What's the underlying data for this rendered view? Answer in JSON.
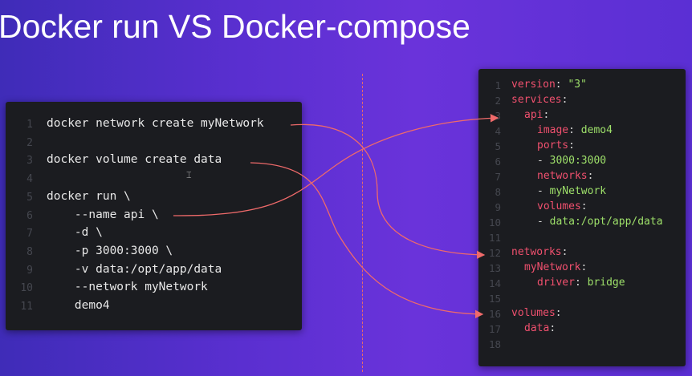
{
  "title": "Docker run VS Docker-compose",
  "left_code": [
    {
      "n": "1",
      "text": "docker network create myNetwork"
    },
    {
      "n": "2",
      "text": ""
    },
    {
      "n": "3",
      "text": "docker volume create data"
    },
    {
      "n": "4",
      "text": ""
    },
    {
      "n": "5",
      "text": "docker run \\"
    },
    {
      "n": "6",
      "text": "    --name api \\"
    },
    {
      "n": "7",
      "text": "    -d \\"
    },
    {
      "n": "8",
      "text": "    -p 3000:3000 \\"
    },
    {
      "n": "9",
      "text": "    -v data:/opt/app/data"
    },
    {
      "n": "10",
      "text": "    --network myNetwork"
    },
    {
      "n": "11",
      "text": "    demo4"
    }
  ],
  "right_code": [
    {
      "n": "1",
      "indent": 0,
      "key": "version",
      "value": "\"3\"",
      "vtype": "string"
    },
    {
      "n": "2",
      "indent": 0,
      "key": "services",
      "value": "",
      "vtype": "none"
    },
    {
      "n": "3",
      "indent": 1,
      "key": "api",
      "value": "",
      "vtype": "none"
    },
    {
      "n": "4",
      "indent": 2,
      "key": "image",
      "value": "demo4",
      "vtype": "string"
    },
    {
      "n": "5",
      "indent": 2,
      "key": "ports",
      "value": "",
      "vtype": "none"
    },
    {
      "n": "6",
      "indent": 2,
      "key": "",
      "value": "- 3000:3000",
      "vtype": "string"
    },
    {
      "n": "7",
      "indent": 2,
      "key": "networks",
      "value": "",
      "vtype": "none"
    },
    {
      "n": "8",
      "indent": 2,
      "key": "",
      "value": "- myNetwork",
      "vtype": "string"
    },
    {
      "n": "9",
      "indent": 2,
      "key": "volumes",
      "value": "",
      "vtype": "none"
    },
    {
      "n": "10",
      "indent": 2,
      "key": "",
      "value": "- data:/opt/app/data",
      "vtype": "string"
    },
    {
      "n": "11",
      "indent": 0,
      "key": "",
      "value": "",
      "vtype": "none"
    },
    {
      "n": "12",
      "indent": 0,
      "key": "networks",
      "value": "",
      "vtype": "none"
    },
    {
      "n": "13",
      "indent": 1,
      "key": "myNetwork",
      "value": "",
      "vtype": "none"
    },
    {
      "n": "14",
      "indent": 2,
      "key": "driver",
      "value": "bridge",
      "vtype": "string"
    },
    {
      "n": "15",
      "indent": 0,
      "key": "",
      "value": "",
      "vtype": "none"
    },
    {
      "n": "16",
      "indent": 0,
      "key": "volumes",
      "value": "",
      "vtype": "none"
    },
    {
      "n": "17",
      "indent": 1,
      "key": "data",
      "value": "",
      "vtype": "none"
    },
    {
      "n": "18",
      "indent": 0,
      "key": "",
      "value": "",
      "vtype": "none"
    }
  ],
  "colors": {
    "arrow": "#ef6a6a",
    "key": "#f0506e",
    "string": "#9ee06a",
    "panel": "#1b1c20"
  }
}
